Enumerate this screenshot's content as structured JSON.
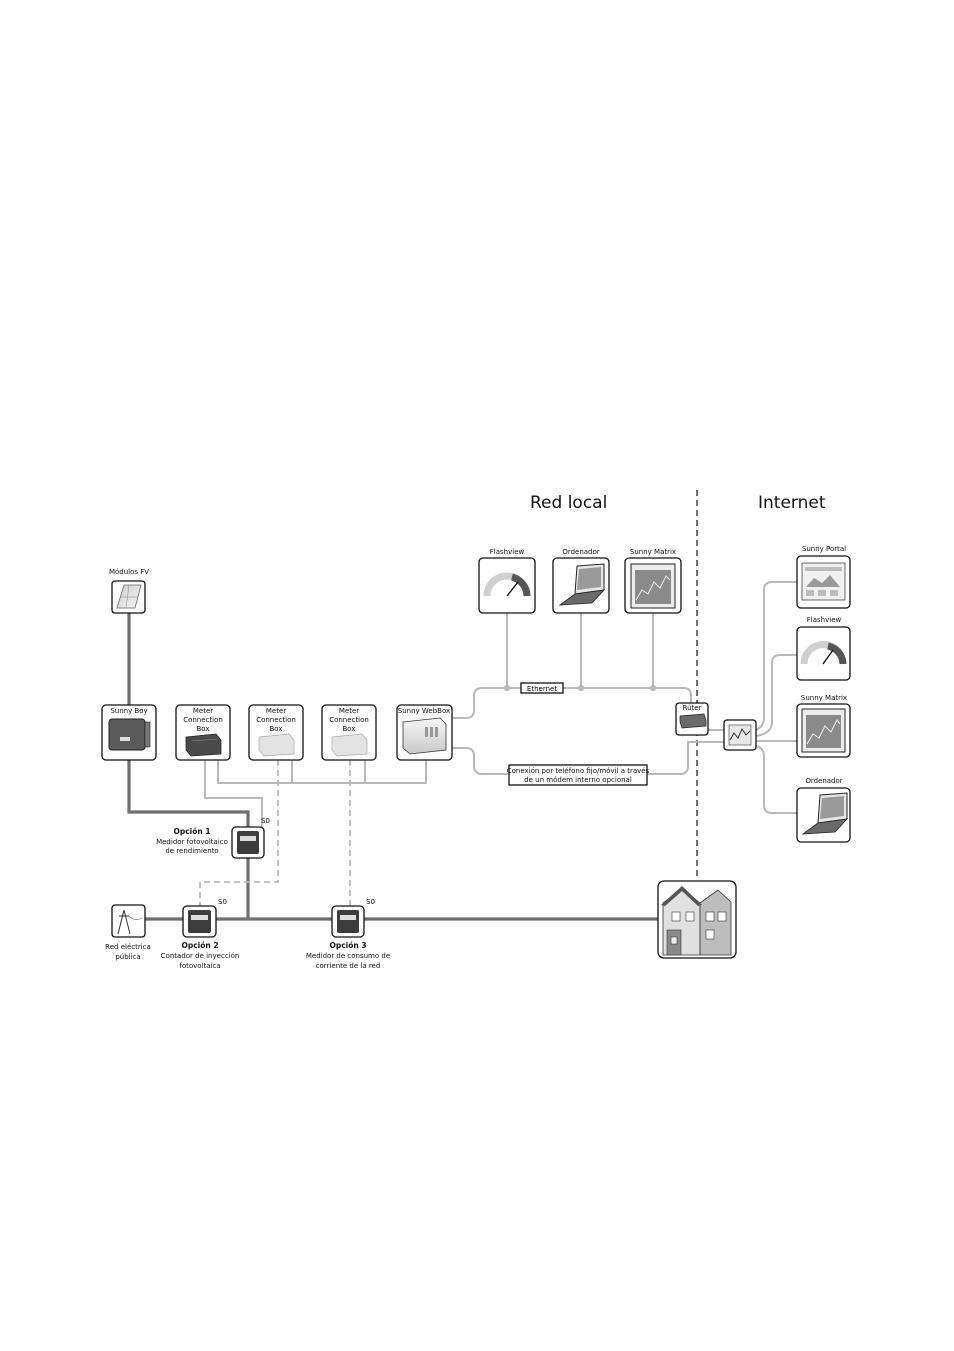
{
  "headers": {
    "local": "Red local",
    "internet": "Internet"
  },
  "devices": {
    "modules": "Módulos FV",
    "sunny_boy": "Sunny Boy",
    "mcb1": [
      "Meter",
      "Connection",
      "Box"
    ],
    "mcb2": [
      "Meter",
      "Connection",
      "Box"
    ],
    "mcb3": [
      "Meter",
      "Connection",
      "Box"
    ],
    "webbox": "Sunny WebBox",
    "flashview_local": "Flashview",
    "ordenador_local": "Ordenador",
    "matrix_local": "Sunny Matrix",
    "router": "Rúter",
    "portal": "Sunny Portal",
    "flashview_net": "Flashview",
    "matrix_net": "Sunny Matrix",
    "ordenador_net": "Ordenador",
    "grid": [
      "Red eléctrica",
      "pública"
    ]
  },
  "links": {
    "ethernet": "Ethernet",
    "modem": [
      "Conexión por teléfono fijo/móvil a través",
      "de un módem interno opcional"
    ],
    "s0_1": "S0",
    "s0_2": "S0",
    "s0_3": "S0"
  },
  "options": {
    "opt1": {
      "title": "Opción 1",
      "lines": [
        "Medidor fotovoltaico",
        "de rendimiento"
      ]
    },
    "opt2": {
      "title": "Opción 2",
      "lines": [
        "Contador de inyección",
        "fotovoltaica"
      ]
    },
    "opt3": {
      "title": "Opción 3",
      "lines": [
        "Medidor de consumo de",
        "corriente de la red"
      ]
    }
  }
}
